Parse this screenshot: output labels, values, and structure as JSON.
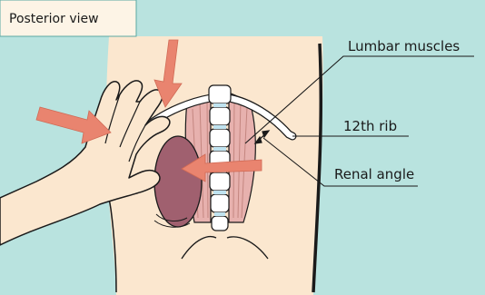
{
  "view_label": "Posterior view",
  "labels": {
    "lumbar": "Lumbar muscles",
    "rib": "12th rib",
    "renal": "Renal angle"
  },
  "colors": {
    "background": "#b9e3df",
    "skin": "#fbe7cf",
    "arrow": "#e9846f",
    "kidney": "#a0606f",
    "muscle": "#e7b1ae",
    "bone": "#ffffff"
  }
}
